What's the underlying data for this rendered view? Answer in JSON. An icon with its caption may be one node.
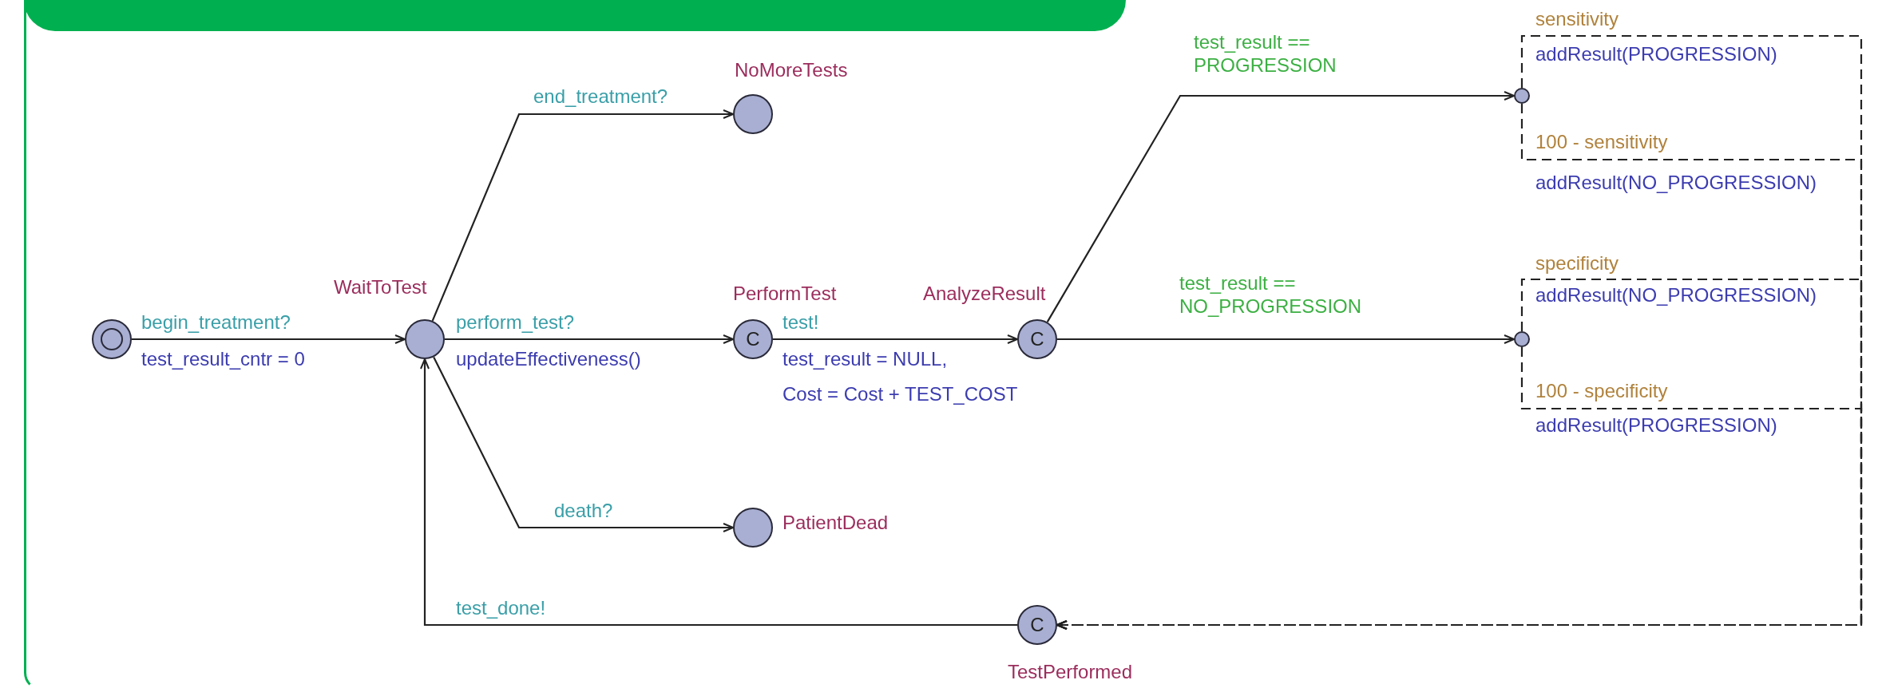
{
  "diagram": {
    "nodes": [
      {
        "text": [],
        "shape": "circle"
      },
      {
        "text": [],
        "shape": "circle",
        "beside": [
          "WaitToTest"
        ]
      },
      {
        "text": [],
        "shape": "circle",
        "beside": [
          "NoMoreTests"
        ]
      },
      {
        "text": [
          "C"
        ],
        "beside": [
          "PerformTest"
        ]
      },
      {
        "text": [
          "C"
        ],
        "beside": [
          "AnalyzeResult"
        ]
      },
      {
        "text": [],
        "shape": "circle",
        "beside": [
          "PatientDead"
        ]
      },
      {
        "text": [],
        "shape": "circle"
      },
      {
        "text": [],
        "shape": "circle"
      },
      {
        "text": [
          "C"
        ],
        "beside": [
          "TestPerformed"
        ]
      }
    ],
    "edges": [
      {
        "from": 0,
        "to": 1,
        "arrow": "to",
        "label": "begin_treatment?"
      },
      {
        "from": 1,
        "to": 2,
        "arrow": "to",
        "label": "end_treatment?"
      },
      {
        "from": 1,
        "to": 3,
        "arrow": "to",
        "label": "perform_test?"
      },
      {
        "from": 1,
        "to": 5,
        "arrow": "to",
        "label": "death?"
      },
      {
        "from": 3,
        "to": 4,
        "arrow": "to",
        "label": "test!"
      },
      {
        "from": 4,
        "to": 6,
        "arrow": "to",
        "label": "test_result == PROGRESSION"
      },
      {
        "from": 4,
        "to": 7,
        "arrow": "to",
        "label": "test_result == NO_PROGRESSION"
      },
      {
        "from": 6,
        "to": 8,
        "arrow": "to",
        "label": "sensitivity",
        "style": "dashed"
      },
      {
        "from": 6,
        "to": 8,
        "arrow": "to",
        "label": "100 - sensitivity",
        "style": "dashed"
      },
      {
        "from": 7,
        "to": 8,
        "arrow": "to",
        "label": "specificity",
        "style": "dashed"
      },
      {
        "from": 7,
        "to": 8,
        "arrow": "to",
        "label": "100 - specificity",
        "style": "dashed"
      },
      {
        "from": 8,
        "to": 1,
        "arrow": "to",
        "label": "test_done!"
      }
    ],
    "labels": [
      "addResult(PROGRESSION)",
      "addResult(NO_PROGRESSION)",
      "addResult(NO_PROGRESSION)",
      "test_result_cntr = 0",
      "updateEffectiveness()",
      "test_result = NULL,",
      "Cost = Cost + TEST_COST",
      "addResult(PROGRESSION)"
    ]
  }
}
